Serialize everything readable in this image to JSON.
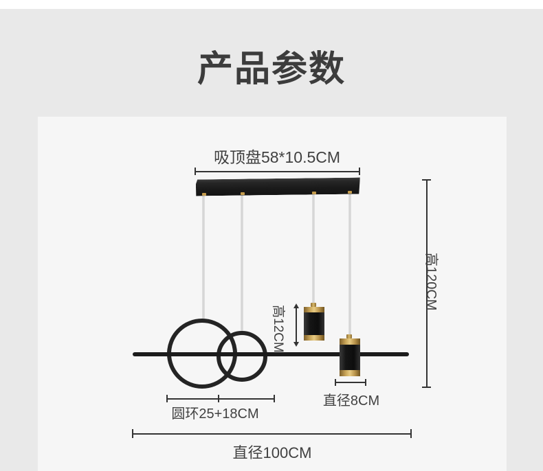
{
  "page": {
    "title": "产品参数"
  },
  "diagram": {
    "labels": {
      "canopy": "吸顶盘58*10.5CM",
      "height_total": "高120CM",
      "shade_height": "高12CM",
      "shade_diameter": "直径8CM",
      "rings": "圆环25+18CM",
      "overall_diameter": "直径100CM"
    }
  },
  "colors": {
    "outer_background": "#e9e9e9",
    "panel_background": "#f6f6f6",
    "line_ink": "#333333",
    "label_text": "#414141",
    "lamp_black": "#1c1c1c",
    "brass_gold": "#c49b4c",
    "wire_gray": "#d6d6d6"
  }
}
